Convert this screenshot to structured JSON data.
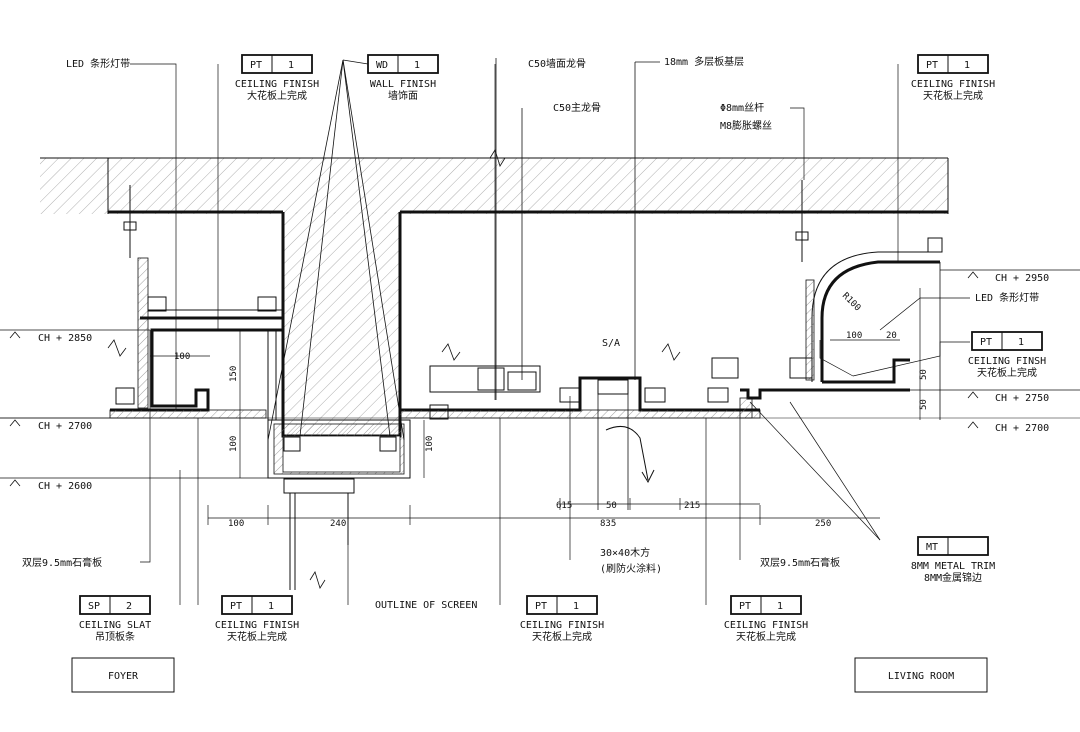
{
  "colors": {
    "line": "#111111",
    "hatch": "#9a9a9a",
    "background": "#ffffff"
  },
  "tags": [
    {
      "code": "PT",
      "num": "1",
      "line1": "CEILING FINISH",
      "line2": "大花板上完成"
    },
    {
      "code": "WD",
      "num": "1",
      "line1": "WALL FINISH",
      "line2": "墙饰面"
    },
    {
      "code": "PT",
      "num": "1",
      "line1": "CEILING FINISH",
      "line2": "天花板上完成"
    },
    {
      "code": "PT",
      "num": "1",
      "line1": "CEILING FINSH",
      "line2": "天花板上完成"
    },
    {
      "code": "MT",
      "num": "",
      "line1": "8MM METAL TRIM",
      "line2": "8MM金属锦边"
    },
    {
      "code": "SP",
      "num": "2",
      "line1": "CEILING SLAT",
      "line2": "吊顶板条"
    },
    {
      "code": "PT",
      "num": "1",
      "line1": "CEILING FINISH",
      "line2": "天花板上完成"
    },
    {
      "code": "PT",
      "num": "1",
      "line1": "CEILING FINISH",
      "line2": "天花板上完成"
    },
    {
      "code": "PT",
      "num": "1",
      "line1": "CEILING FINISH",
      "line2": "天花板上完成"
    }
  ],
  "notes": {
    "led_left": "LED 条形灯带",
    "c50_pipe": "C50墙面龙骨",
    "c50_main": "C50主龙骨",
    "plywood": "18mm 多层板基层",
    "rod": "Φ8mm丝杆",
    "bolt": "M8膨胀螺丝",
    "led_right": "LED 条形灯带",
    "gypsum_left": "双层9.5mm石膏板",
    "steel": "30×40木方",
    "steel2": "(刷防火涂料)",
    "gypsum_right": "双层9.5mm石膏板",
    "screen": "OUTLINE OF SCREEN",
    "sa": "S/A",
    "r100": "R100"
  },
  "levels": {
    "left_2850": "CH + 2850",
    "left_2700": "CH + 2700",
    "left_2600": "CH + 2600",
    "right_2950": "CH + 2950",
    "right_2750": "CH + 2750",
    "right_2700": "CH + 2700"
  },
  "dims": {
    "d100a": "100",
    "d150": "150",
    "d100b": "100",
    "d100c": "100",
    "d100d": "100",
    "d240": "240",
    "d615": "615",
    "d50": "50",
    "d215": "215",
    "d835": "835",
    "d250": "250",
    "d100e": "100",
    "d20": "20",
    "d50b": "50",
    "d50c": "50"
  },
  "rooms": {
    "left": "FOYER",
    "right": "LIVING ROOM"
  }
}
